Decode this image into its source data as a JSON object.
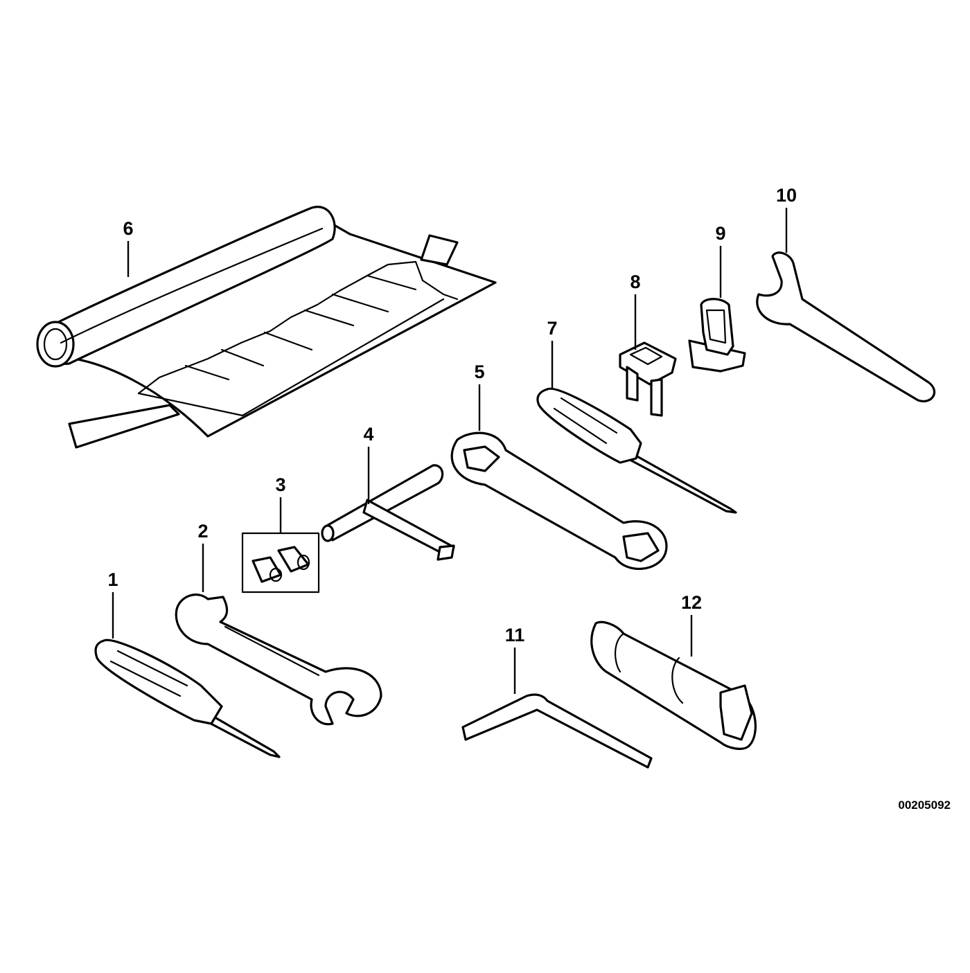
{
  "diagram": {
    "reference_number": "00205092",
    "callouts": [
      {
        "id": "1",
        "text": "1"
      },
      {
        "id": "2",
        "text": "2"
      },
      {
        "id": "3",
        "text": "3"
      },
      {
        "id": "4",
        "text": "4"
      },
      {
        "id": "5",
        "text": "5"
      },
      {
        "id": "6",
        "text": "6"
      },
      {
        "id": "7",
        "text": "7"
      },
      {
        "id": "8",
        "text": "8"
      },
      {
        "id": "9",
        "text": "9"
      },
      {
        "id": "10",
        "text": "10"
      },
      {
        "id": "11",
        "text": "11"
      },
      {
        "id": "12",
        "text": "12"
      }
    ]
  }
}
